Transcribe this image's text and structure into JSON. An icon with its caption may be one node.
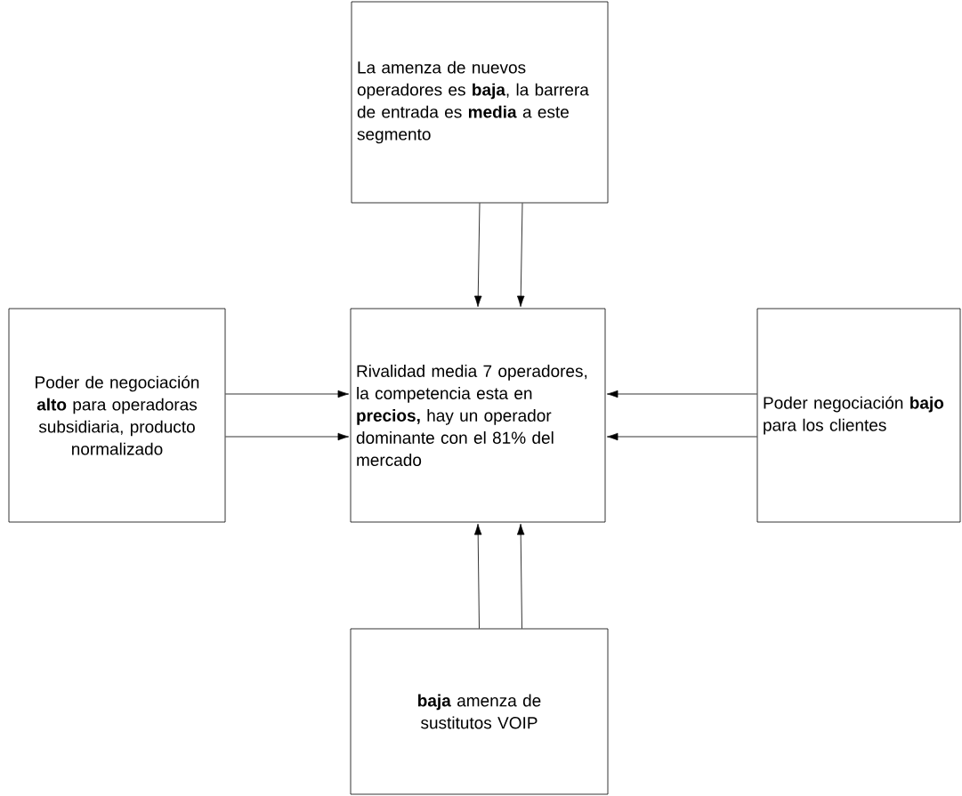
{
  "diagram": {
    "nodes": [
      {
        "text": [
          "La amenza de nuevos operadores es **baja**, la barrera de entrada es **media** a este segmento"
        ]
      },
      {
        "text": [
          "Poder de negociación **alto** para operadoras subsidiaria, producto normalizado"
        ]
      },
      {
        "text": [
          "Rivalidad media 7 operadores, la competencia esta en **precios,** hay un operador dominante con el 81% del mercado"
        ]
      },
      {
        "text": [
          "Poder negociación **bajo** para los clientes"
        ]
      },
      {
        "text": [
          "**baja** amenza de sustitutos VOIP"
        ]
      }
    ],
    "edges": [
      {
        "from": 0,
        "to": 2,
        "arrow": "to"
      },
      {
        "from": 0,
        "to": 2,
        "arrow": "to"
      },
      {
        "from": 1,
        "to": 2,
        "arrow": "to"
      },
      {
        "from": 1,
        "to": 2,
        "arrow": "to"
      },
      {
        "from": 3,
        "to": 2,
        "arrow": "to"
      },
      {
        "from": 3,
        "to": 2,
        "arrow": "to"
      },
      {
        "from": 4,
        "to": 2,
        "arrow": "to"
      },
      {
        "from": 4,
        "to": 2,
        "arrow": "to"
      }
    ]
  }
}
